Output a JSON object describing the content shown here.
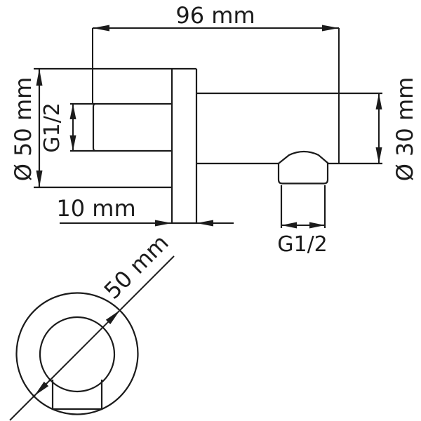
{
  "drawing": {
    "type": "technical-dimension-drawing",
    "subject": "wall-mounted shower outlet elbow",
    "colors": {
      "line": "#1b1b1b",
      "background": "#ffffff"
    },
    "views": {
      "side_view": {
        "dim_total_length": "96 mm",
        "dim_plate_diameter": "Ø 50 mm",
        "dim_inlet_thread": "G1/2",
        "dim_plate_depth": "10 mm",
        "dim_pipe_diameter": "Ø 30 mm",
        "dim_outlet_thread": "G1/2"
      },
      "front_view": {
        "dim_diameter": "50 mm"
      }
    }
  }
}
